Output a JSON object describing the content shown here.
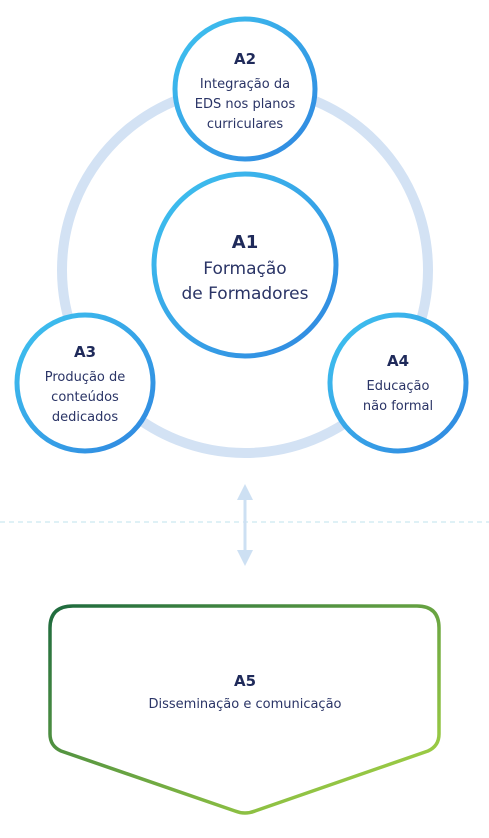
{
  "colors": {
    "ring": "#d3e2f4",
    "circle_stroke_start": "#3fc3ef",
    "circle_stroke_end": "#2f86e0",
    "circle_fill": "#ffffff",
    "divider": "#bfe3ee",
    "arrow": "#cde0f3",
    "pentagon_stroke_start": "#1e6a3e",
    "pentagon_stroke_end": "#b1dc45",
    "code_text": "#1f2a5a",
    "body_text": "#2a3466"
  },
  "nodes": {
    "a1": {
      "code": "A1",
      "lines": [
        "Formação",
        "de Formadores"
      ]
    },
    "a2": {
      "code": "A2",
      "lines": [
        "Integração da",
        "EDS nos planos",
        "curriculares"
      ]
    },
    "a3": {
      "code": "A3",
      "lines": [
        "Produção de",
        "conteúdos",
        "dedicados"
      ]
    },
    "a4": {
      "code": "A4",
      "lines": [
        "Educação",
        "não formal"
      ]
    },
    "a5": {
      "code": "A5",
      "lines": [
        "Disseminação e comunicação"
      ]
    }
  }
}
